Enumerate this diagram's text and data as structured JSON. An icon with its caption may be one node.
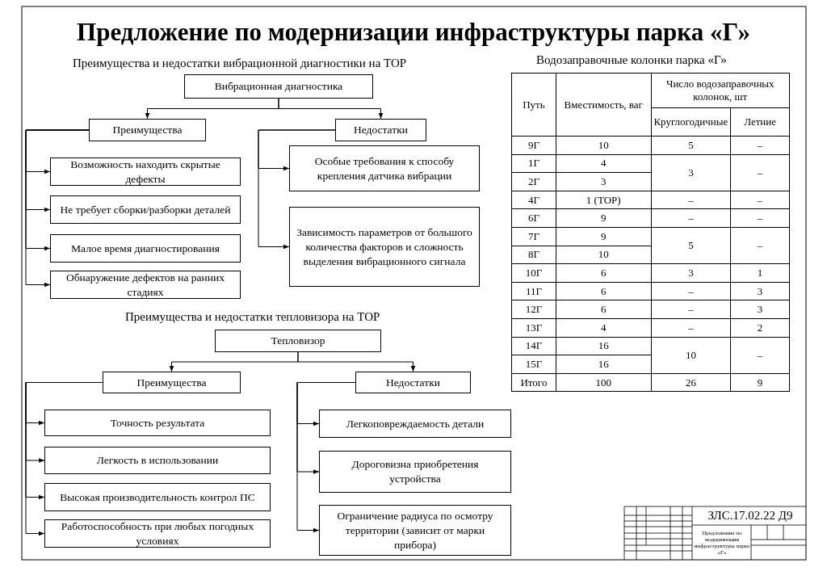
{
  "diagram": {
    "title": "Предложение по модернизации инфраструктуры парка «Г»",
    "nodes": [
      {
        "text": [
          "Вибрационная диагностика"
        ]
      },
      {
        "text": [
          "Преимущества"
        ]
      },
      {
        "text": [
          "Недостатки"
        ]
      },
      {
        "text": [
          "Возможность находить скрытые дефекты"
        ]
      },
      {
        "text": [
          "Не требует сборки/разборки деталей"
        ]
      },
      {
        "text": [
          "Малое время диагностирования"
        ]
      },
      {
        "text": [
          "Обнаружение дефектов на ранних стадиях"
        ]
      },
      {
        "text": [
          "Особые требования к способу крепления датчика вибрации"
        ]
      },
      {
        "text": [
          "Зависимость параметров от большого количества факторов и сложность выделения вибрационного сигнала"
        ]
      },
      {
        "text": [
          "Тепловизор"
        ]
      },
      {
        "text": [
          "Преимущества"
        ]
      },
      {
        "text": [
          "Недостатки"
        ]
      },
      {
        "text": [
          "Точность результата"
        ]
      },
      {
        "text": [
          "Легкость в использовании"
        ]
      },
      {
        "text": [
          "Высокая производительность контрол ПС"
        ]
      },
      {
        "text": [
          "Работоспособность при любых погодных условиях"
        ]
      },
      {
        "text": [
          "Легкоповреждаемость детали"
        ]
      },
      {
        "text": [
          "Дороговизна приобретения устройства"
        ]
      },
      {
        "text": [
          "Ограничение радиуса по осмотру территории (зависит от марки прибора)"
        ]
      }
    ],
    "edges": [
      {
        "from": 0,
        "to": 1,
        "arrow": "to"
      },
      {
        "from": 0,
        "to": 2,
        "arrow": "to"
      },
      {
        "from": 1,
        "to": 3,
        "arrow": "to"
      },
      {
        "from": 1,
        "to": 4,
        "arrow": "to"
      },
      {
        "from": 1,
        "to": 5,
        "arrow": "to"
      },
      {
        "from": 1,
        "to": 6,
        "arrow": "to"
      },
      {
        "from": 2,
        "to": 7,
        "arrow": "to"
      },
      {
        "from": 2,
        "to": 8,
        "arrow": "to"
      },
      {
        "from": 9,
        "to": 10,
        "arrow": "to"
      },
      {
        "from": 9,
        "to": 11,
        "arrow": "to"
      },
      {
        "from": 10,
        "to": 12,
        "arrow": "to"
      },
      {
        "from": 10,
        "to": 13,
        "arrow": "to"
      },
      {
        "from": 10,
        "to": 14,
        "arrow": "to"
      },
      {
        "from": 10,
        "to": 15,
        "arrow": "to"
      },
      {
        "from": 11,
        "to": 16,
        "arrow": "to"
      },
      {
        "from": 11,
        "to": 17,
        "arrow": "to"
      },
      {
        "from": 11,
        "to": 18,
        "arrow": "to"
      }
    ],
    "labels": [
      "Преимущества и недостатки вибрационной диагностики на ТОР",
      "Водозаправочные колонки парка «Г»",
      "Путь",
      "Вместимость, ваг",
      "Число водозаправочных колонок, шт",
      "Круглогодичные",
      "Летние",
      "9Г",
      "10",
      "5",
      "–",
      "1Г",
      "4",
      "3",
      "–",
      "2Г",
      "3",
      "4Г",
      "1 (ТОР)",
      "–",
      "–",
      "6Г",
      "9",
      "–",
      "–",
      "7Г",
      "9",
      "5",
      "–",
      "8Г",
      "10",
      "10Г",
      "6",
      "3",
      "1",
      "11Г",
      "6",
      "–",
      "3",
      "12Г",
      "6",
      "–",
      "3",
      "13Г",
      "4",
      "–",
      "2",
      "14Г",
      "16",
      "10",
      "–",
      "15Г",
      "16",
      "Итого",
      "100",
      "26",
      "9",
      "Преимущества и недостатки тепловизора на ТОР",
      "ЗЛС.17.02.22 Д9",
      "Предложение по модернизации инфраструктуры парка «Г»"
    ]
  }
}
